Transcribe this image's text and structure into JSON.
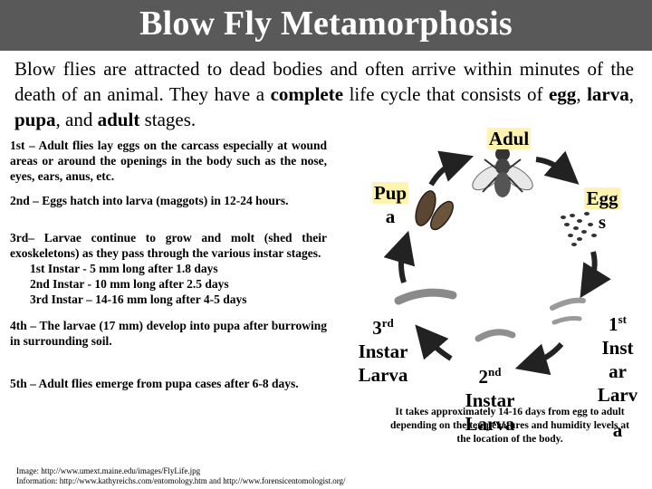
{
  "title": "Blow Fly Metamorphosis",
  "intro": {
    "text_1": "Blow flies are attracted to dead bodies and often arrive within minutes of the death of an animal.  They have a ",
    "bold_1": "complete",
    "text_2": " life cycle that consists of ",
    "egg": "egg",
    "comma_1": ", ",
    "larva": "larva",
    "comma_2": ", ",
    "pupa": "pupa",
    "text_3": ", and ",
    "adult": "adult",
    "text_4": " stages."
  },
  "steps": {
    "step1": "1st – Adult flies lay eggs on the carcass especially at wound areas or around the openings in the body such as the nose, eyes, ears, anus, etc.",
    "step2": "2nd – Eggs hatch into larva (maggots) in 12-24 hours.",
    "step3": "3rd– Larvae continue to grow and molt (shed their exoskeletons) as they pass through the various instar stages.",
    "instar1": "1st Instar - 5 mm long after 1.8 days",
    "instar2": "2nd Instar - 10 mm long after 2.5 days",
    "instar3": "3rd Instar – 14-16 mm long after 4-5 days",
    "step4": "4th – The larvae (17 mm) develop into pupa after burrowing in surrounding soil.",
    "step5": "5th – Adult flies emerge from pupa cases after 6-8 days."
  },
  "labels": {
    "adult": "Adul",
    "pupa_1": "Pup",
    "pupa_2": "a",
    "eggs_1": "Egg",
    "eggs_2": "s",
    "third_1": "3",
    "third_sup": "rd",
    "third_2": "Instar",
    "third_3": "Larva",
    "second_1": "2",
    "second_sup": "nd",
    "second_2": "Instar",
    "second_3": "Larva",
    "first_1": "1",
    "first_sup": "st",
    "first_2": "Inst",
    "first_3": "ar",
    "first_4": "Larv",
    "first_5": "a"
  },
  "note": "It takes approximately 14-16 days from egg to adult depending on the temperatures and humidity levels at the location of the body.",
  "credits": {
    "image": "Image: http://www.umext.maine.edu/images/FlyLife.jpg",
    "info": "Information: http://www.kathyreichs.com/entomology.htm and http://www.forensicentomologist.org/"
  },
  "colors": {
    "title_bar": "#595959",
    "title_text": "#ffffff",
    "label_highlight": "#fff3b0",
    "arrow": "#222222"
  },
  "icons": [
    "adult-fly-icon",
    "pupa-icon",
    "eggs-icon",
    "larva-icon",
    "cycle-arrow-icon"
  ]
}
